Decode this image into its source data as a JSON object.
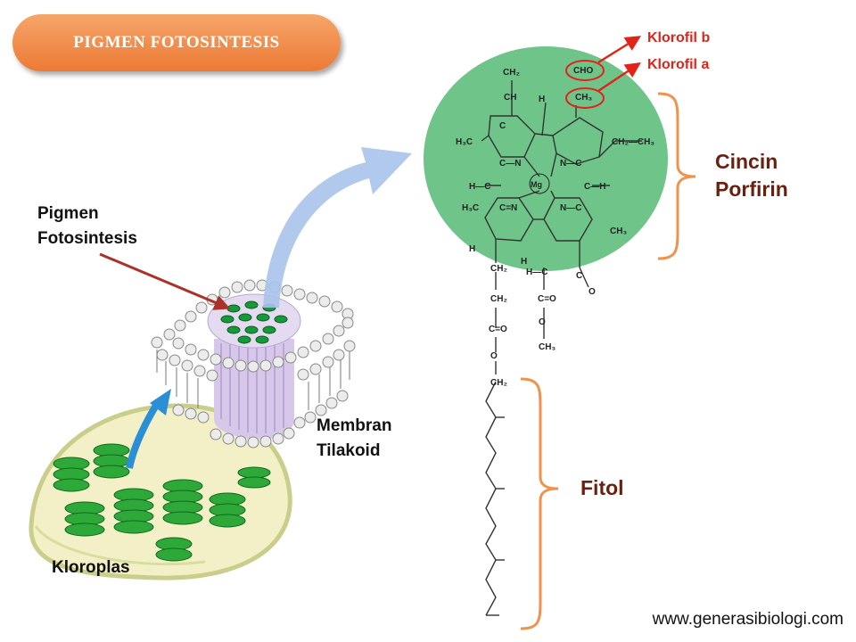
{
  "title": "PIGMEN FOTOSINTESIS",
  "labels": {
    "pigmen": [
      "Pigmen",
      "Fotosintesis"
    ],
    "membran": [
      "Membran",
      "Tilakoid"
    ],
    "kloroplas": "Kloroplas",
    "klorofil_b": "Klorofil  b",
    "klorofil_a": "Klorofil  a",
    "cincin": [
      "Cincin",
      "Porfirin"
    ],
    "fitol": "Fitol"
  },
  "molecule": {
    "cho": "CHO",
    "ch3_top": "CH3",
    "mg": "Mg",
    "groups": [
      "CH2",
      "CH",
      "H",
      "C",
      "N",
      "H3C",
      "CH2—CH3",
      "C=O",
      "O",
      "CH3"
    ]
  },
  "website": "www.generasibiologi.com",
  "colors": {
    "title_orange": "#ec7a34",
    "accent_red": "#e2231a",
    "ring_green": "#6fc48a",
    "brace_orange": "#f0914c",
    "label_brown": "#6b1f0f"
  }
}
